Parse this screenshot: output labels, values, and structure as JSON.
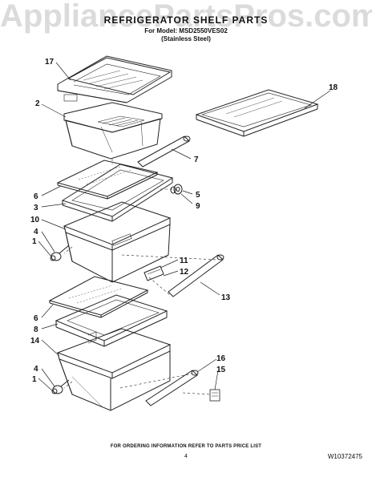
{
  "watermark": "AppliancePartsPros.com",
  "header": {
    "title": "REFRIGERATOR SHELF PARTS",
    "model": "For Model: MSD2550VES02",
    "finish": "(Stainless Steel)"
  },
  "callouts": {
    "c17": "17",
    "c2": "2",
    "c18": "18",
    "c7": "7",
    "c6a": "6",
    "c5": "5",
    "c3": "3",
    "c9": "9",
    "c10": "10",
    "c4a": "4",
    "c1a": "1",
    "c11": "11",
    "c12": "12",
    "c13": "13",
    "c6b": "6",
    "c8": "8",
    "c14": "14",
    "c16": "16",
    "c15": "15",
    "c4b": "4",
    "c1b": "1"
  },
  "footer": {
    "note": "FOR ORDERING INFORMATION REFER TO PARTS PRICE LIST",
    "page": "4",
    "doc_number": "W10372475"
  }
}
